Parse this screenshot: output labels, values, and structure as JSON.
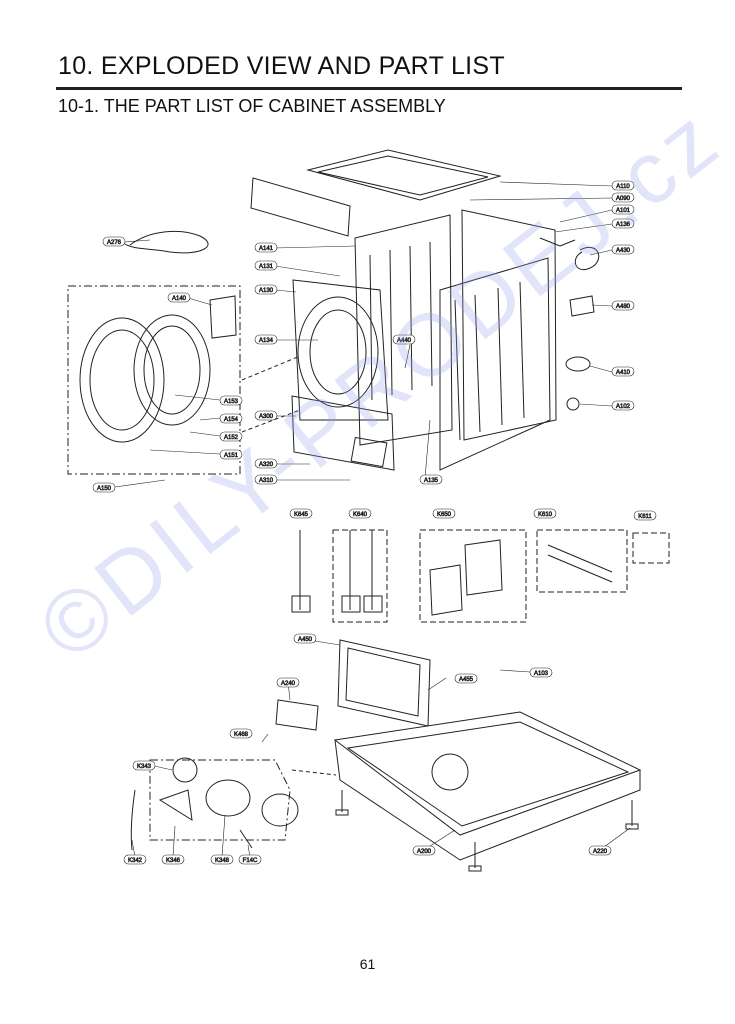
{
  "header": {
    "title": "10. EXPLODED VIEW AND PART LIST",
    "subtitle": "10-1. THE PART LIST OF CABINET ASSEMBLY"
  },
  "watermark": "©DILY-PRODEJ.cz",
  "footer": {
    "page_number": "61"
  },
  "callouts": [
    "A110",
    "A090",
    "A101",
    "A136",
    "A276",
    "A141",
    "A131",
    "A430",
    "A130",
    "A140",
    "A480",
    "A134",
    "A440",
    "A410",
    "A153",
    "A154",
    "A102",
    "A152",
    "A300",
    "A151",
    "A320",
    "A135",
    "A310",
    "A150",
    "K645",
    "K640",
    "K650",
    "K610",
    "K611",
    "A450",
    "A103",
    "A455",
    "A240",
    "K468",
    "K343",
    "K342",
    "K346",
    "K348",
    "F14C",
    "A200",
    "A220"
  ],
  "colors": {
    "line": "#222222",
    "watermark": "#9aa0eb",
    "rule": "#222222"
  }
}
